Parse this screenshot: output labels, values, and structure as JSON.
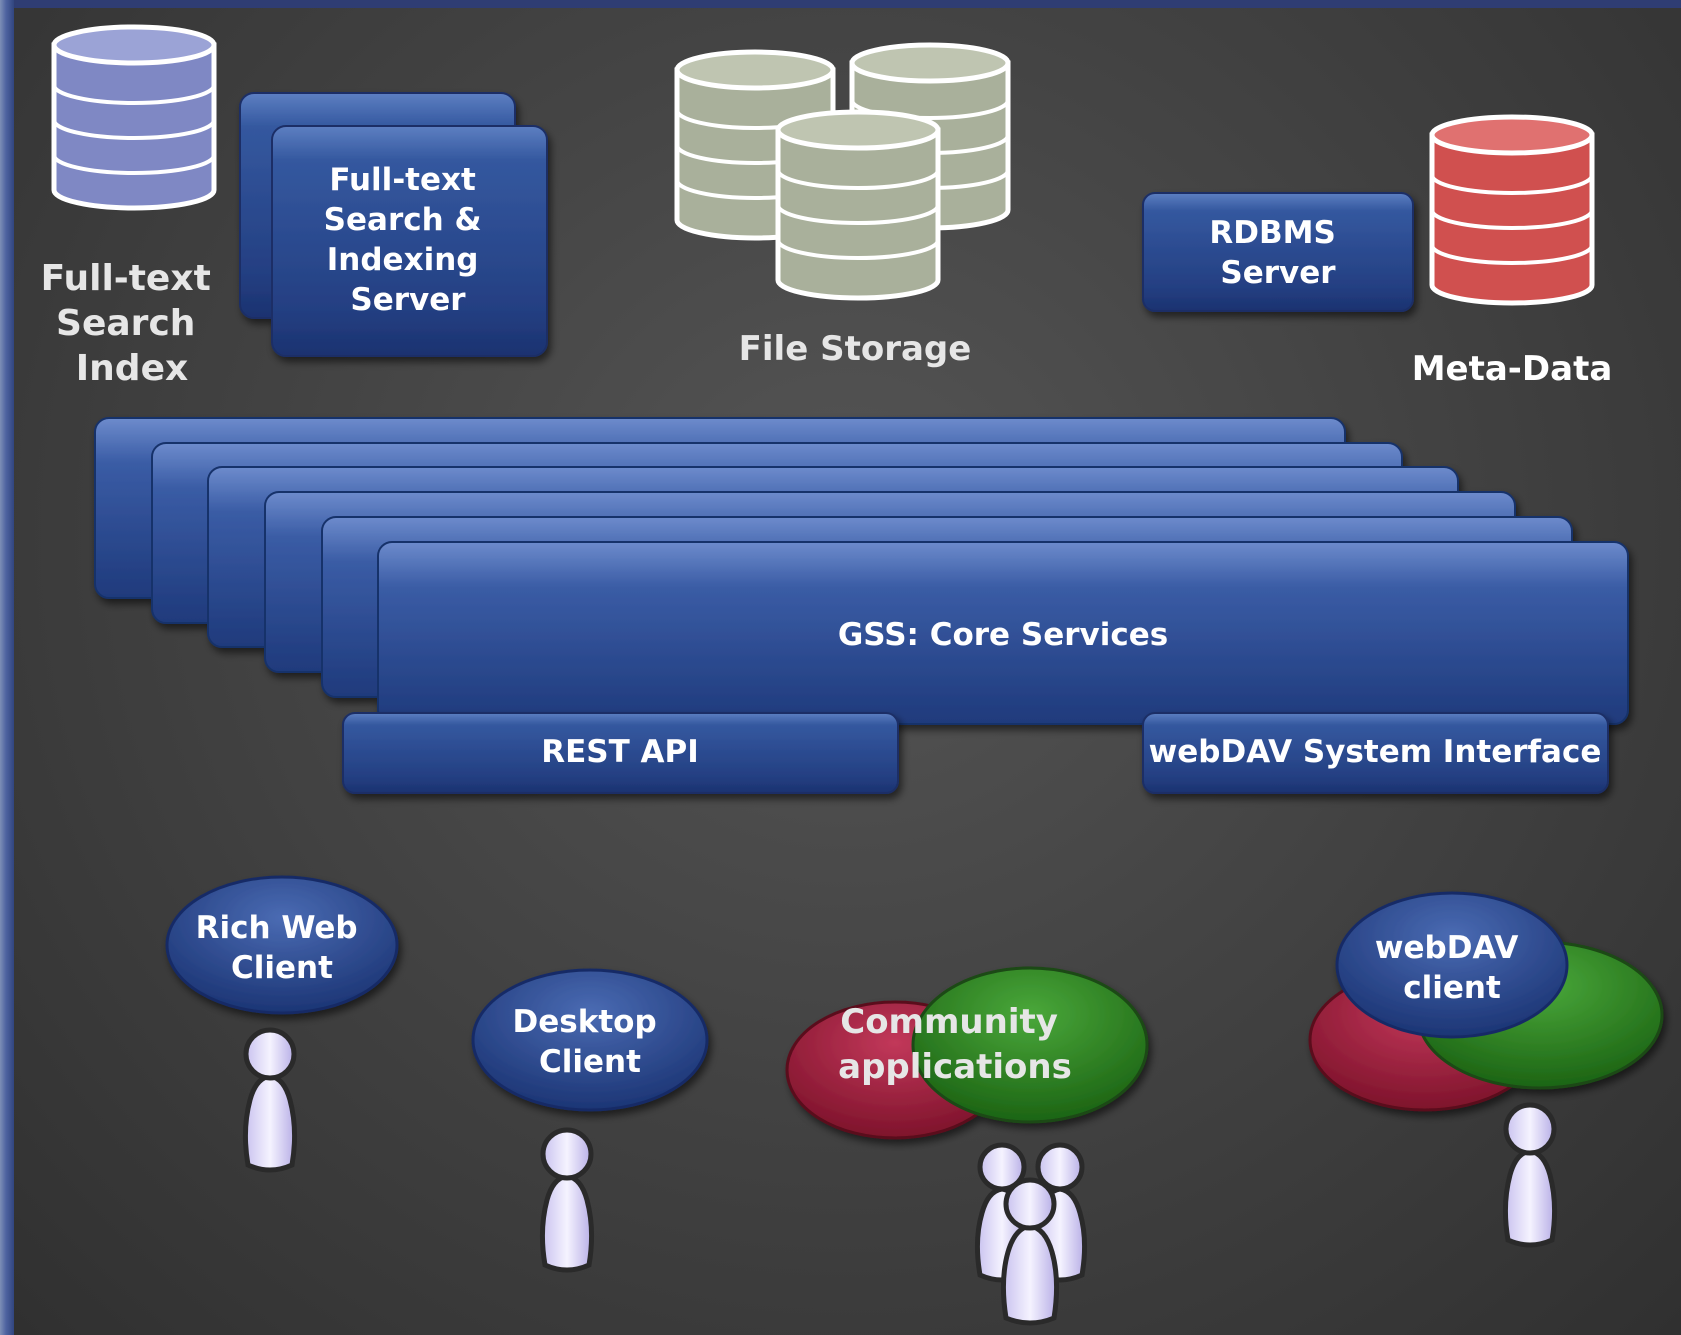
{
  "storage": {
    "search_index_label": [
      "Full-text",
      "Search",
      "Index"
    ],
    "search_server_label": [
      "Full-text",
      "Search &",
      "Indexing",
      "Server"
    ],
    "file_storage_label": "File Storage",
    "rdbms_label": [
      "RDBMS",
      "Server"
    ],
    "metadata_label": "Meta-Data"
  },
  "core": {
    "title": "GSS: Core Services",
    "rest_api": "REST API",
    "webdav_interface": "webDAV System Interface"
  },
  "clients": {
    "rich_web": [
      "Rich Web",
      "Client"
    ],
    "desktop": [
      "Desktop",
      "Client"
    ],
    "community": [
      "Community",
      "applications"
    ],
    "webdav": [
      "webDAV",
      "client"
    ]
  },
  "colors": {
    "box_blue": "#2c4f95",
    "db_blue": "#7f88c4",
    "db_gray": "#a9b09b",
    "db_red": "#d0504f",
    "red_oval": "#a5203c",
    "green_oval": "#2f8a24"
  }
}
